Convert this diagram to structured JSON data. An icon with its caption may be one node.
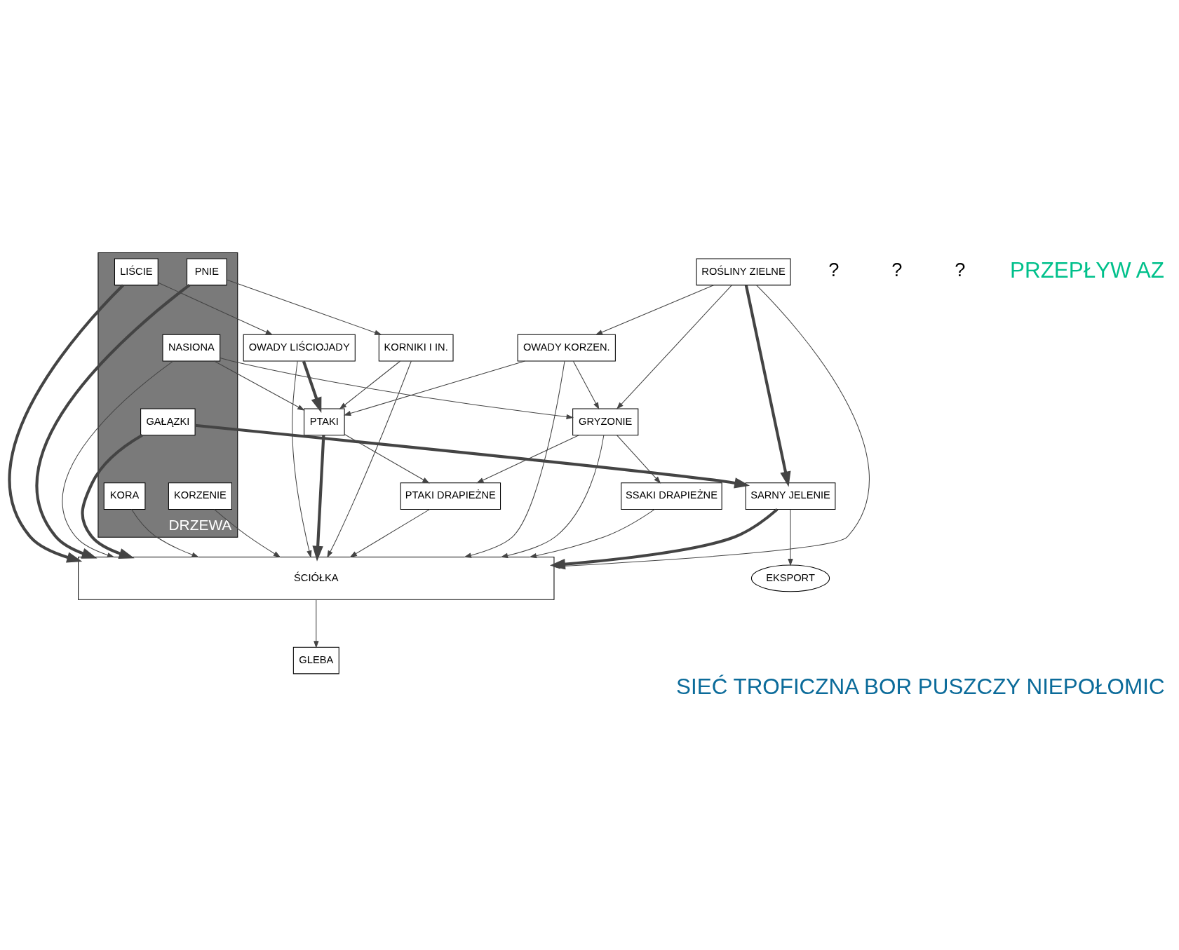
{
  "diagram": {
    "title": "SIEĆ TROFICZNA BOR PUSZCZY NIEPOŁOMIC",
    "caption": "PRZEPŁYW AZ",
    "nodes": [
      {
        "text": [
          "ROŚLINY ZIELNE"
        ]
      },
      {
        "text": [
          "OWADY KORZEN."
        ]
      },
      {
        "text": [
          "GRYZONIE"
        ]
      },
      {
        "text": [
          "SSAKI DRAPIEŻNE"
        ]
      },
      {
        "text": [
          "DRZEWA"
        ]
      },
      {
        "text": [
          "GAŁĄZKI"
        ],
        "in": 4
      },
      {
        "text": [
          "SARNY JELENIE"
        ]
      },
      {
        "text": [
          "EKSPORT"
        ]
      },
      {
        "text": [
          "NASIONA"
        ],
        "in": 4
      },
      {
        "text": [
          "PTAKI"
        ]
      },
      {
        "text": [
          "PTAKI DRAPIEŻNE"
        ]
      },
      {
        "text": [
          "PNIE"
        ],
        "in": 4
      },
      {
        "text": [
          "KORNIKI I IN."
        ]
      },
      {
        "text": [
          "LIŚCIE"
        ],
        "in": 4
      },
      {
        "text": [
          "OWADY LIŚCIOJADY"
        ]
      },
      {
        "text": [
          "KORA"
        ],
        "in": 4
      },
      {
        "text": [
          "KORZENIE"
        ],
        "in": 4
      },
      {
        "text": [
          "ŚCIÓŁKA"
        ]
      },
      {
        "text": [
          "GLEBA"
        ]
      }
    ],
    "edges": [
      {
        "from": 0,
        "to": 2,
        "arrow": "to"
      },
      {
        "from": 0,
        "to": 1,
        "arrow": "to"
      },
      {
        "from": 0,
        "to": 6,
        "arrow": "to",
        "style": "thick"
      },
      {
        "from": 0,
        "to": 17,
        "arrow": "to"
      },
      {
        "from": 1,
        "to": 2,
        "arrow": "to"
      },
      {
        "from": 1,
        "to": 9,
        "arrow": "to"
      },
      {
        "from": 1,
        "to": 17,
        "arrow": "to"
      },
      {
        "from": 2,
        "to": 3,
        "arrow": "to"
      },
      {
        "from": 2,
        "to": 10,
        "arrow": "to"
      },
      {
        "from": 2,
        "to": 17,
        "arrow": "to"
      },
      {
        "from": 5,
        "to": 6,
        "arrow": "to",
        "style": "thick"
      },
      {
        "from": 5,
        "to": 17,
        "arrow": "to",
        "style": "thick"
      },
      {
        "from": 6,
        "to": 7,
        "arrow": "to"
      },
      {
        "from": 6,
        "to": 17,
        "arrow": "to",
        "style": "thick"
      },
      {
        "from": 8,
        "to": 2,
        "arrow": "to"
      },
      {
        "from": 8,
        "to": 9,
        "arrow": "to"
      },
      {
        "from": 8,
        "to": 17,
        "arrow": "to"
      },
      {
        "from": 11,
        "to": 12,
        "arrow": "to"
      },
      {
        "from": 11,
        "to": 17,
        "arrow": "to",
        "style": "thick"
      },
      {
        "from": 12,
        "to": 9,
        "arrow": "to"
      },
      {
        "from": 12,
        "to": 17,
        "arrow": "to"
      },
      {
        "from": 13,
        "to": 14,
        "arrow": "to"
      },
      {
        "from": 13,
        "to": 17,
        "arrow": "to",
        "style": "thick"
      },
      {
        "from": 14,
        "to": 9,
        "arrow": "to",
        "style": "thick"
      },
      {
        "from": 14,
        "to": 17,
        "arrow": "to"
      },
      {
        "from": 9,
        "to": 10,
        "arrow": "to"
      },
      {
        "from": 9,
        "to": 17,
        "arrow": "to",
        "style": "thick"
      },
      {
        "from": 3,
        "to": 17,
        "arrow": "to"
      },
      {
        "from": 10,
        "to": 17,
        "arrow": "to"
      },
      {
        "from": 15,
        "to": 17,
        "arrow": "to"
      },
      {
        "from": 16,
        "to": 17,
        "arrow": "to"
      },
      {
        "from": 17,
        "to": 18,
        "arrow": "to"
      }
    ],
    "labels": [
      "?",
      "?",
      "?"
    ]
  }
}
